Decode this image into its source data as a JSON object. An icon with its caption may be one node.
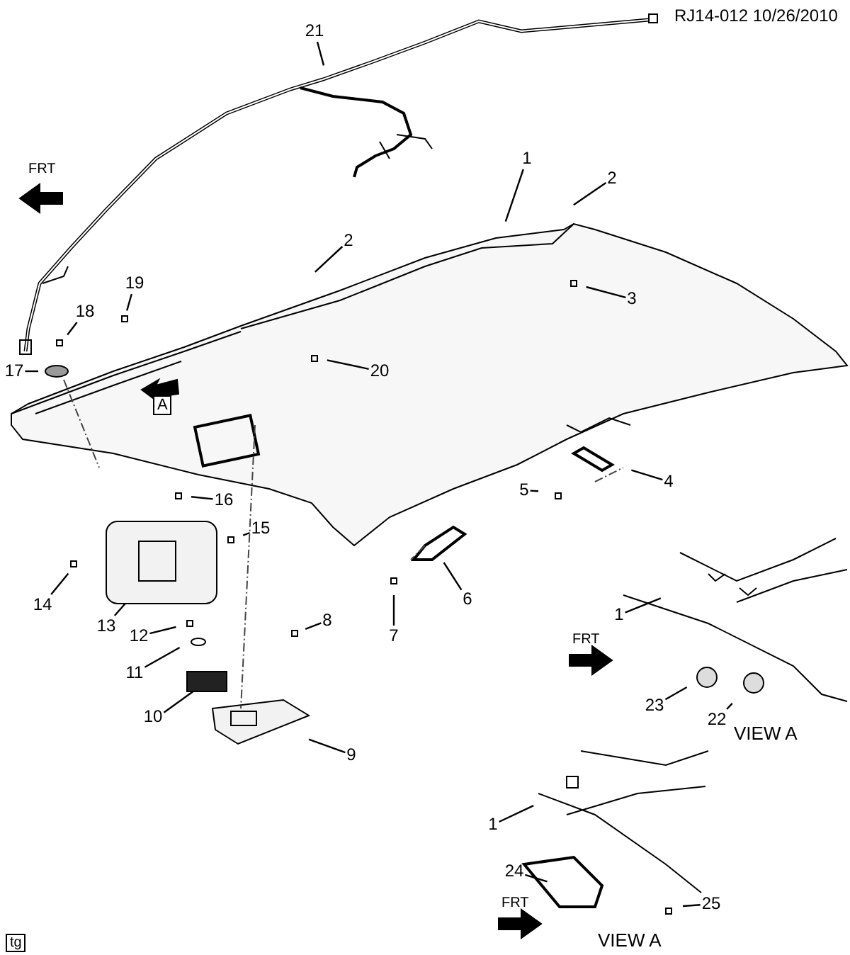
{
  "diagram": {
    "nodes": [
      {
        "text": [
          "21"
        ]
      },
      {
        "text": [
          "1"
        ]
      },
      {
        "text": [
          "2"
        ]
      },
      {
        "text": [
          "2"
        ]
      },
      {
        "text": [
          "3"
        ]
      },
      {
        "text": [
          "19"
        ]
      },
      {
        "text": [
          "18"
        ]
      },
      {
        "text": [
          "17"
        ]
      },
      {
        "text": [
          "20"
        ]
      },
      {
        "text": [
          "4"
        ]
      },
      {
        "text": [
          "5"
        ]
      },
      {
        "text": [
          "16"
        ]
      },
      {
        "text": [
          "15"
        ]
      },
      {
        "text": [
          "6"
        ]
      },
      {
        "text": [
          "14"
        ]
      },
      {
        "text": [
          "13"
        ]
      },
      {
        "text": [
          "12"
        ]
      },
      {
        "text": [
          "8"
        ]
      },
      {
        "text": [
          "7"
        ]
      },
      {
        "text": [
          "11"
        ]
      },
      {
        "text": [
          "10"
        ]
      },
      {
        "text": [
          "9"
        ]
      },
      {
        "text": [
          "1"
        ]
      },
      {
        "text": [
          "23"
        ]
      },
      {
        "text": [
          "22"
        ]
      },
      {
        "text": [
          "1"
        ]
      },
      {
        "text": [
          "24"
        ]
      },
      {
        "text": [
          "25"
        ]
      },
      {
        "text": [],
        "shape": "picture"
      },
      {
        "text": [],
        "shape": "box"
      },
      {
        "text": [],
        "shape": "picture"
      }
    ],
    "edges": [
      {
        "from": 0,
        "to": null,
        "arrow": "none"
      },
      {
        "from": 1,
        "to": null,
        "arrow": "none"
      },
      {
        "from": 2,
        "to": null,
        "arrow": "none"
      },
      {
        "from": 3,
        "to": null,
        "arrow": "none"
      },
      {
        "from": 4,
        "to": null,
        "arrow": "none"
      },
      {
        "from": 5,
        "to": null,
        "arrow": "none"
      },
      {
        "from": 6,
        "to": null,
        "arrow": "none"
      },
      {
        "from": 7,
        "to": null,
        "arrow": "none"
      },
      {
        "from": 8,
        "to": null,
        "arrow": "none"
      },
      {
        "from": 9,
        "to": null,
        "arrow": "none"
      },
      {
        "from": 10,
        "to": null,
        "arrow": "none"
      },
      {
        "from": 11,
        "to": null,
        "arrow": "none"
      },
      {
        "from": 12,
        "to": null,
        "arrow": "none"
      },
      {
        "from": 13,
        "to": null,
        "arrow": "none"
      },
      {
        "from": 14,
        "to": null,
        "arrow": "none"
      },
      {
        "from": 15,
        "to": 28,
        "arrow": "none"
      },
      {
        "from": 16,
        "to": null,
        "arrow": "none"
      },
      {
        "from": 17,
        "to": null,
        "arrow": "none"
      },
      {
        "from": 18,
        "to": null,
        "arrow": "none"
      },
      {
        "from": 19,
        "to": null,
        "arrow": "none"
      },
      {
        "from": 20,
        "to": 29,
        "arrow": "none"
      },
      {
        "from": 21,
        "to": 30,
        "arrow": "none"
      },
      {
        "from": 22,
        "to": null,
        "arrow": "none"
      },
      {
        "from": 23,
        "to": null,
        "arrow": "none"
      },
      {
        "from": 24,
        "to": null,
        "arrow": "none"
      },
      {
        "from": 25,
        "to": null,
        "arrow": "none"
      },
      {
        "from": 26,
        "to": null,
        "arrow": "none"
      },
      {
        "from": 27,
        "to": null,
        "arrow": "none"
      }
    ],
    "labels": [
      "RJ14-012 10/26/2010",
      "FRT",
      "A",
      "FRT",
      "VIEW A",
      "FRT",
      "VIEW A",
      "tg"
    ]
  }
}
